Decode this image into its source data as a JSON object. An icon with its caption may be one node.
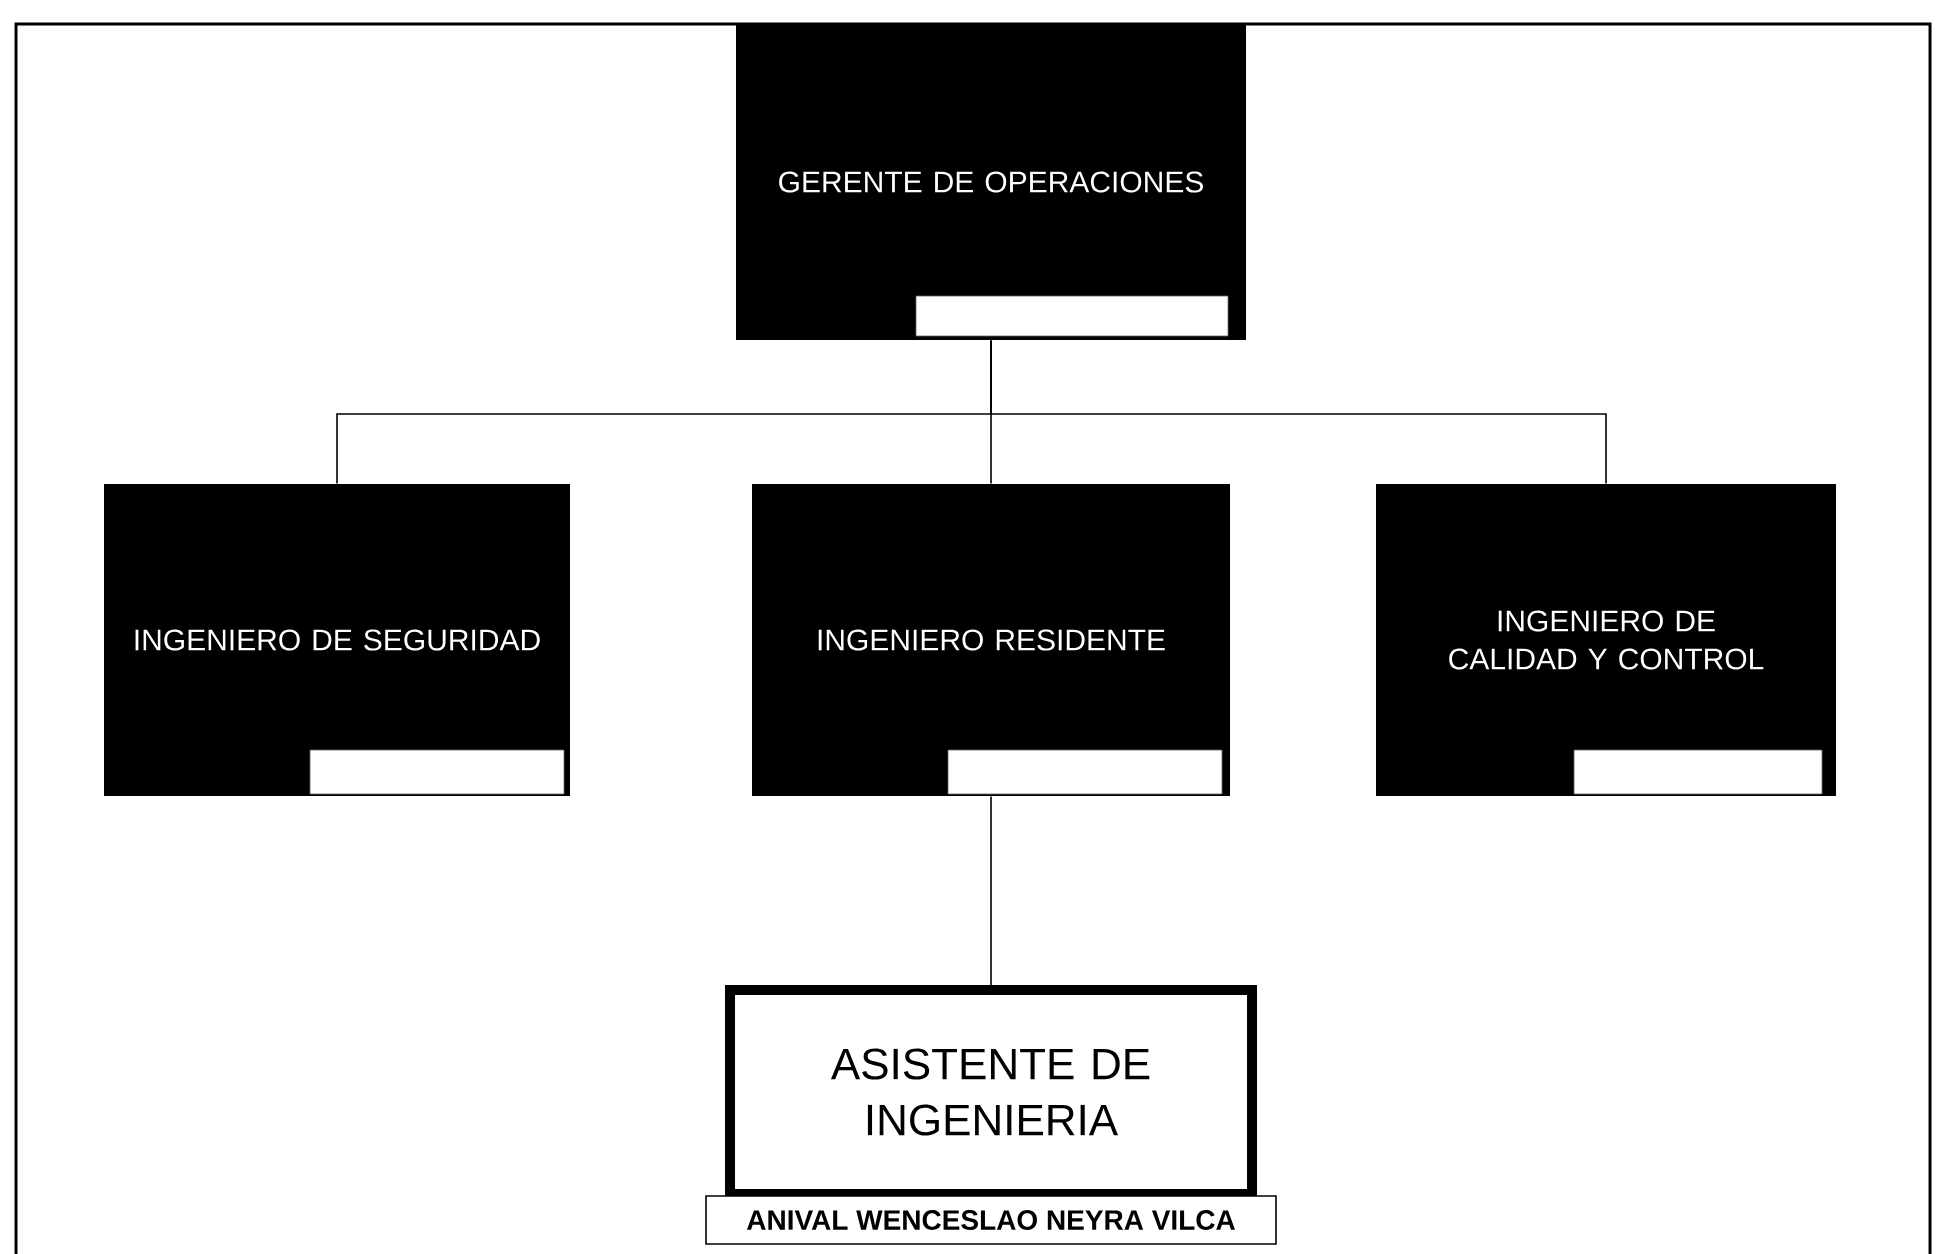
{
  "diagram": {
    "nodes": [
      {
        "text": [
          "GERENTE DE OPERACIONES"
        ]
      },
      {
        "text": [
          "INGENIERO DE SEGURIDAD"
        ]
      },
      {
        "text": [
          "INGENIERO RESIDENTE"
        ]
      },
      {
        "text": [
          "INGENIERO DE CALIDAD Y CONTROL"
        ]
      },
      {
        "text": [
          "ASISTENTE DE INGENIERIA"
        ],
        "beside": [
          "ANIVAL WENCESLAO NEYRA VILCA"
        ]
      }
    ],
    "edges": [
      {
        "from": 0,
        "to": 1,
        "arrow": "none"
      },
      {
        "from": 0,
        "to": 2,
        "arrow": "none"
      },
      {
        "from": 0,
        "to": 3,
        "arrow": "none"
      },
      {
        "from": 2,
        "to": 4,
        "arrow": "none"
      }
    ]
  }
}
